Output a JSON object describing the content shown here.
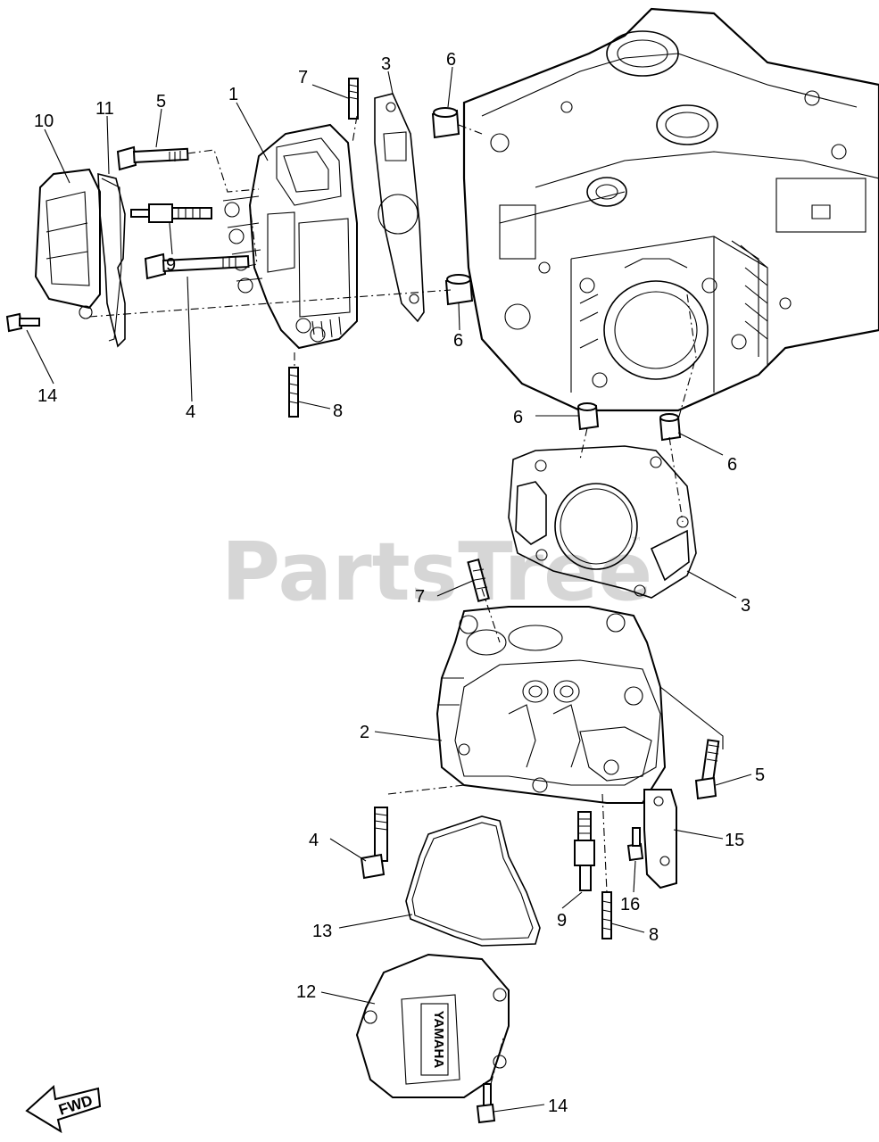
{
  "watermark": {
    "text": "PartsTree",
    "trademark": "™"
  },
  "direction_marker": {
    "label": "FWD",
    "icon": "forward-arrow-icon"
  },
  "callouts": [
    {
      "id": "c10a",
      "text": "10"
    },
    {
      "id": "c11a",
      "text": "11"
    },
    {
      "id": "c5a",
      "text": "5"
    },
    {
      "id": "c1a",
      "text": "1"
    },
    {
      "id": "c7a",
      "text": "7"
    },
    {
      "id": "c3a",
      "text": "3"
    },
    {
      "id": "c6a",
      "text": "6"
    },
    {
      "id": "c9a",
      "text": "9"
    },
    {
      "id": "c6b",
      "text": "6"
    },
    {
      "id": "c14a",
      "text": "14"
    },
    {
      "id": "c4a",
      "text": "4"
    },
    {
      "id": "c8a",
      "text": "8"
    },
    {
      "id": "c6c",
      "text": "6"
    },
    {
      "id": "c6d",
      "text": "6"
    },
    {
      "id": "c7b",
      "text": "7"
    },
    {
      "id": "c3b",
      "text": "3"
    },
    {
      "id": "c2a",
      "text": "2"
    },
    {
      "id": "c5b",
      "text": "5"
    },
    {
      "id": "c15a",
      "text": "15"
    },
    {
      "id": "c4b",
      "text": "4"
    },
    {
      "id": "c16a",
      "text": "16"
    },
    {
      "id": "c13a",
      "text": "13"
    },
    {
      "id": "c9b",
      "text": "9"
    },
    {
      "id": "c8b",
      "text": "8"
    },
    {
      "id": "c12a",
      "text": "12"
    },
    {
      "id": "c14b",
      "text": "14"
    }
  ],
  "parts_drawn": [
    "crankcase-assembly",
    "cylinder-head-rear",
    "cylinder-head-front",
    "cylinder-head-gasket",
    "valve-cover-rear",
    "valve-cover-front",
    "valve-cover-gasket",
    "spark-plug",
    "head-bolt",
    "dowel-pin",
    "stud-bolt",
    "bracket"
  ],
  "cover_logo_text": "YAMAHA"
}
